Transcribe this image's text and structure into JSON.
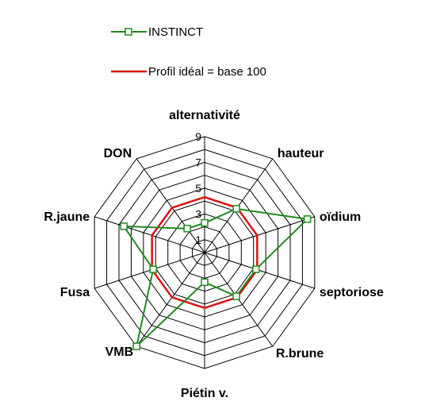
{
  "chart_data": {
    "type": "radar",
    "axes": [
      "alternativité",
      "hauteur",
      "oïdium",
      "septoriose",
      "R.brune",
      "Piétin v.",
      "VMB",
      "Fusa",
      "R.jaune",
      "DON"
    ],
    "scale": {
      "min": 0,
      "max": 9,
      "rings": 9,
      "tick_labels": [
        "1",
        "3",
        "5",
        "7",
        "9"
      ]
    },
    "series": [
      {
        "name": "INSTINCT",
        "color": "#1f8a1f",
        "marker": "square",
        "values": [
          2.3,
          4.2,
          8.4,
          4.2,
          4.2,
          2.3,
          9.0,
          4.2,
          6.6,
          2.3
        ]
      },
      {
        "name": "Profil idéal = base 100",
        "color": "#e01010",
        "marker": "none",
        "values": [
          4.3,
          4.3,
          4.3,
          4.3,
          4.3,
          4.3,
          4.3,
          4.3,
          4.3,
          4.3
        ]
      }
    ],
    "legend_position": "top-center",
    "grid": true
  }
}
